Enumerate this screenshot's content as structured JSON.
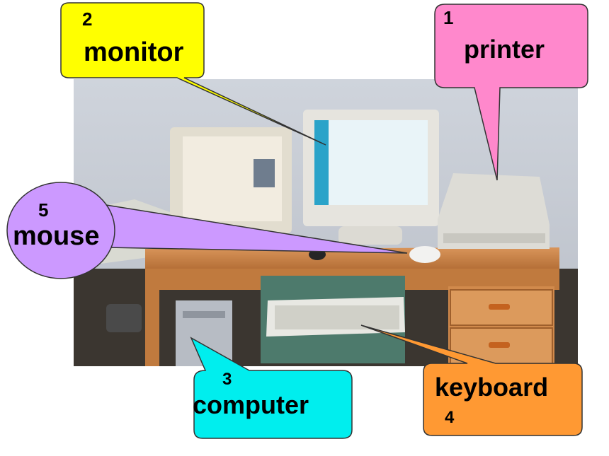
{
  "callouts": {
    "printer": {
      "number": "1",
      "label": "printer",
      "color": "#ff88cc"
    },
    "monitor": {
      "number": "2",
      "label": "monitor",
      "color": "#ffff00"
    },
    "computer": {
      "number": "3",
      "label": "computer",
      "color": "#00eeee"
    },
    "keyboard": {
      "number": "4",
      "label": "keyboard",
      "color": "#ff9933"
    },
    "mouse": {
      "number": "5",
      "label": "mouse",
      "color": "#cc99ff"
    }
  }
}
